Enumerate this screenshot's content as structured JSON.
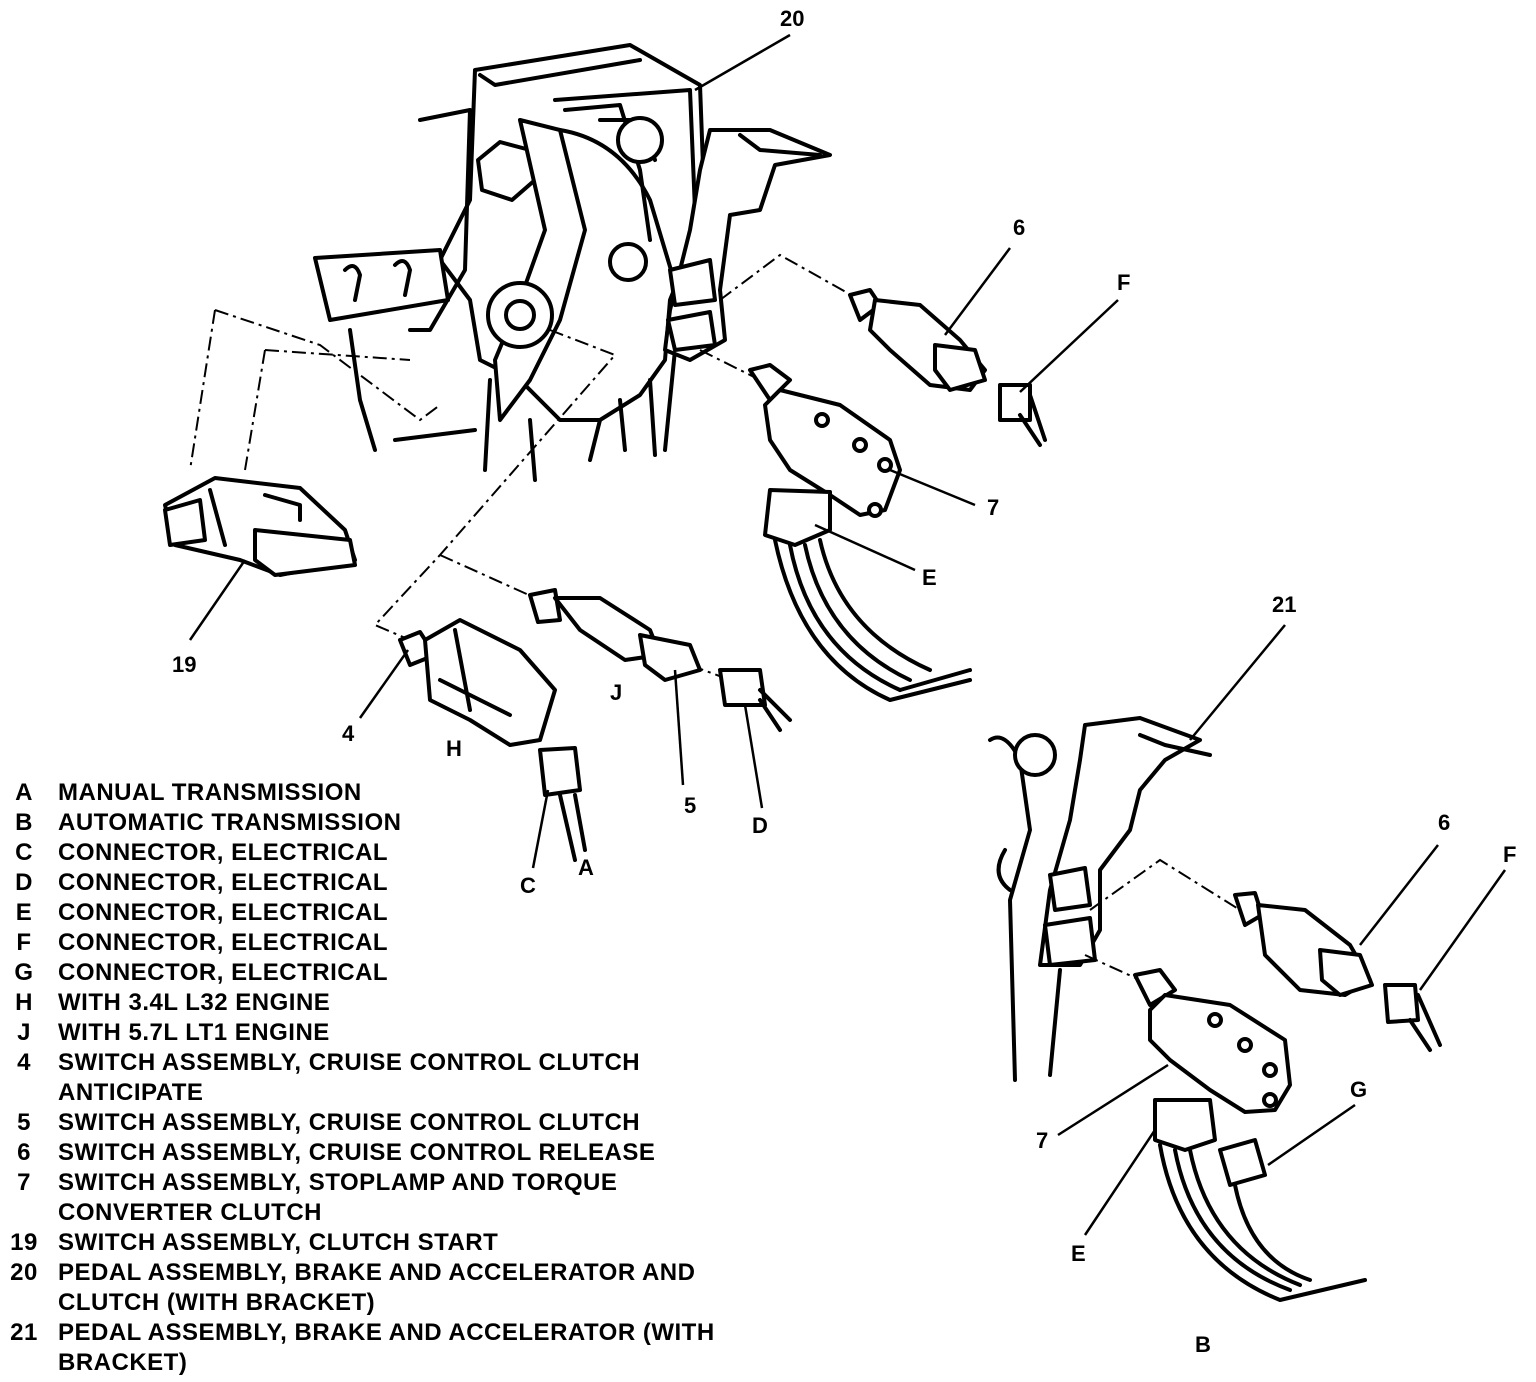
{
  "callouts": {
    "n20": "20",
    "n6_top": "6",
    "f_top": "F",
    "n7_top": "7",
    "e_top": "E",
    "n19": "19",
    "n4": "4",
    "h": "H",
    "j": "J",
    "n5": "5",
    "d": "D",
    "c": "C",
    "a": "A",
    "n21": "21",
    "n6_bot": "6",
    "f_bot": "F",
    "g": "G",
    "n7_bot": "7",
    "e_bot": "E",
    "b": "B"
  },
  "legend": [
    {
      "key": "A",
      "desc": "MANUAL TRANSMISSION"
    },
    {
      "key": "B",
      "desc": "AUTOMATIC TRANSMISSION"
    },
    {
      "key": "C",
      "desc": "CONNECTOR, ELECTRICAL"
    },
    {
      "key": "D",
      "desc": "CONNECTOR, ELECTRICAL"
    },
    {
      "key": "E",
      "desc": "CONNECTOR, ELECTRICAL"
    },
    {
      "key": "F",
      "desc": "CONNECTOR, ELECTRICAL"
    },
    {
      "key": "G",
      "desc": "CONNECTOR, ELECTRICAL"
    },
    {
      "key": "H",
      "desc": "WITH 3.4L L32 ENGINE"
    },
    {
      "key": "J",
      "desc": "WITH 5.7L LT1 ENGINE"
    },
    {
      "key": "4",
      "desc": "SWITCH ASSEMBLY, CRUISE CONTROL CLUTCH\nANTICIPATE"
    },
    {
      "key": "5",
      "desc": "SWITCH ASSEMBLY, CRUISE CONTROL CLUTCH"
    },
    {
      "key": "6",
      "desc": "SWITCH ASSEMBLY, CRUISE CONTROL RELEASE"
    },
    {
      "key": "7",
      "desc": "SWITCH ASSEMBLY, STOPLAMP AND TORQUE\nCONVERTER CLUTCH"
    },
    {
      "key": "19",
      "desc": "SWITCH ASSEMBLY, CLUTCH START"
    },
    {
      "key": "20",
      "desc": "PEDAL ASSEMBLY, BRAKE AND ACCELERATOR AND\nCLUTCH (WITH BRACKET)"
    },
    {
      "key": "21",
      "desc": "PEDAL ASSEMBLY, BRAKE AND ACCELERATOR (WITH\nBRACKET)"
    }
  ]
}
